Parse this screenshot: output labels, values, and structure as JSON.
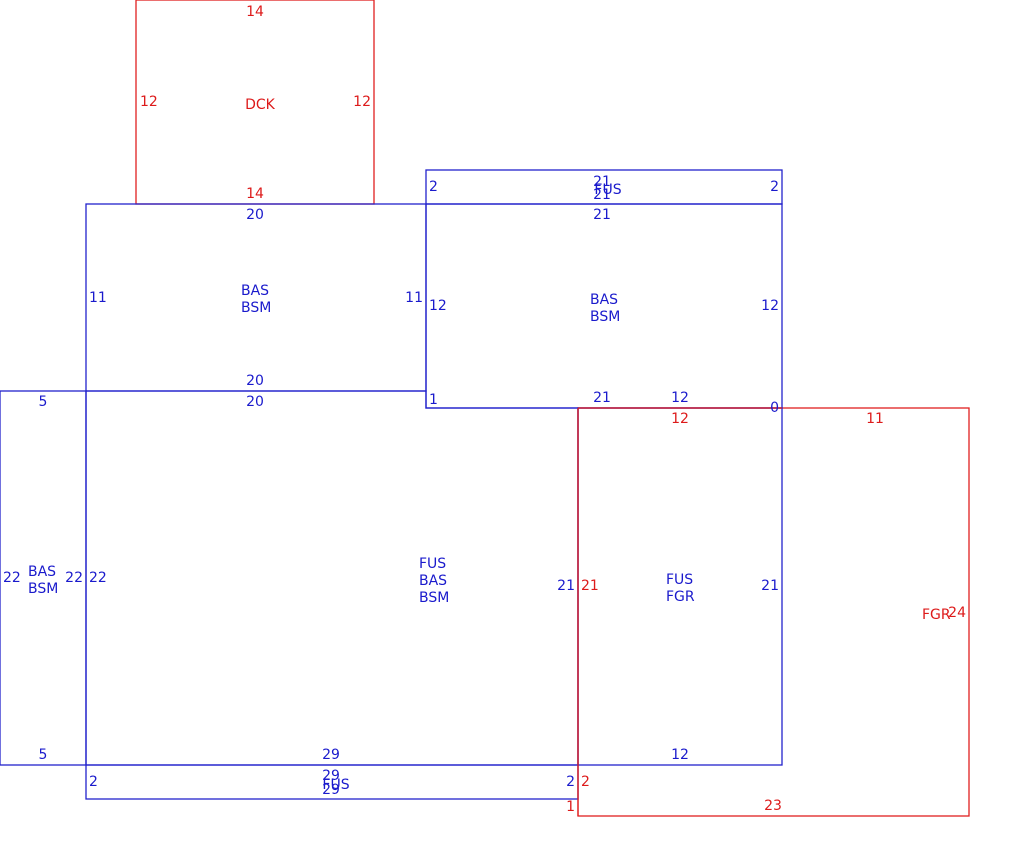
{
  "colors": {
    "blue": "#2222cc",
    "red": "#e02020"
  },
  "sketch": {
    "dck": {
      "code": "DCK",
      "dim_top": "14",
      "dim_bottom": "14",
      "dim_left": "12",
      "dim_right": "12"
    },
    "upper_left_bsm": {
      "codes": [
        "BAS",
        "BSM"
      ],
      "dim_top": "20",
      "dim_bottom": "20",
      "dim_left": "11",
      "dim_right": "11"
    },
    "top_strip_fus": {
      "code": "FUS",
      "dim_top": "21",
      "dim_bottom": "21",
      "dim_left": "2",
      "dim_right": "2"
    },
    "upper_right_bsm": {
      "codes": [
        "BAS",
        "BSM"
      ],
      "dim_top": "21",
      "dim_bottom": "21",
      "dim_left": "12",
      "dim_right": "12",
      "dim_corner": "1",
      "dim_bottom_right": "12"
    },
    "left_strip_bsm": {
      "codes": [
        "BAS",
        "BSM"
      ],
      "dim_top": "5",
      "dim_bottom": "5",
      "dim_left": "22",
      "dim_right": "22"
    },
    "main_fus_bsm": {
      "codes": [
        "FUS",
        "BAS",
        "BSM"
      ],
      "dim_top": "20",
      "dim_bottom": "29",
      "dim_left": "22",
      "dim_right": "21"
    },
    "bottom_strip_fus": {
      "code": "FUS",
      "dim_top": "29",
      "dim_bottom": "29",
      "dim_left": "2",
      "dim_right": "2"
    },
    "fus_fgr": {
      "codes": [
        "FUS",
        "FGR"
      ],
      "dim_top": "12",
      "dim_bottom": "12",
      "dim_left": "21",
      "dim_right": "21",
      "dim_corner": "0"
    },
    "fgr": {
      "code": "FGR",
      "dim_top_left": "12",
      "dim_top_right": "11",
      "dim_left": "21",
      "dim_right": "24",
      "dim_bottom": "23",
      "dim_left_lower": "2",
      "dim_corner": "1"
    }
  }
}
